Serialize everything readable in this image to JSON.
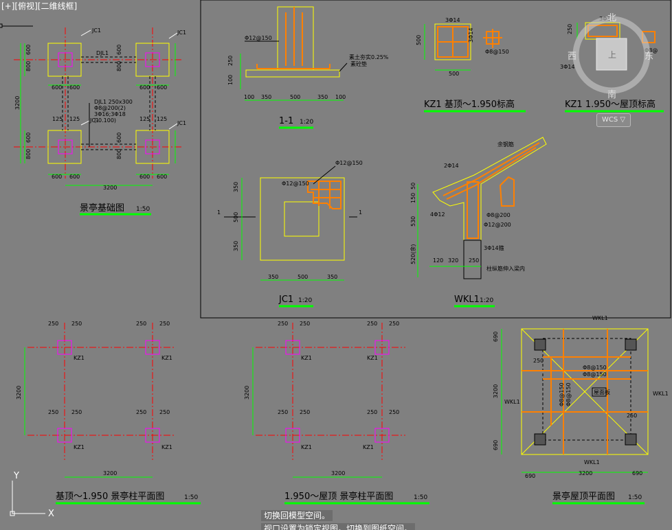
{
  "viewport": {
    "label": "[+][俯视][二维线框]"
  },
  "viewcube": {
    "north": "北",
    "south": "南",
    "east": "东",
    "west": "西",
    "top": "上",
    "wcs": "WCS ▽"
  },
  "ucs": {
    "x": "X",
    "y": "Y"
  },
  "command_line": {
    "line1": "切换回模型空间。",
    "line2": "视口设置为锁定视图。切换到图纸空间。"
  },
  "drawings": {
    "foundation_plan": {
      "title": "景亭基础图",
      "scale": "1:50",
      "jc_label": "JC1",
      "djl_label": "DJL1",
      "spec": [
        "DJL1 250x300",
        "Φ8@200(2)",
        "3Φ16;3Φ18",
        "(-0.100)"
      ],
      "dims": {
        "d600": "600",
        "d3200": "3200",
        "d125": "125",
        "d800": "800"
      }
    },
    "section_11": {
      "title": "1-1",
      "scale": "1:20",
      "dims": {
        "d100": "100",
        "d350": "350",
        "d500": "500",
        "d250": "250"
      },
      "rebar": "Φ12@150",
      "note": [
        "素土夯实0.25%",
        "素砼垫"
      ]
    },
    "kz1_base": {
      "title": "KZ1 基顶～1.950标高",
      "rebar_top": "3Φ14",
      "rebar_side": "3Φ14",
      "stirrup": "Φ8@150",
      "dim_side": "500",
      "dim_bottom": "500"
    },
    "kz1_roof": {
      "title": "KZ1 1.950～屋顶标高",
      "rebar_top": "3Φ14",
      "rebar_side": "3Φ14",
      "stirrup": "Φ8@",
      "dim": "250"
    },
    "jc1_detail": {
      "title": "JC1",
      "scale": "1:20",
      "rebar_top": "Φ12@150",
      "rebar_inner": "Φ12@150",
      "cut": "1",
      "dims": {
        "d350": "350",
        "d500": "500"
      }
    },
    "wkl1_detail": {
      "title": "WKL1",
      "scale": "1:20",
      "labels": [
        "余钢筋",
        "2Φ14",
        "4Φ12",
        "Φ8@200",
        "Φ12@200",
        "3Φ14箍",
        "柱纵筋伸入梁内"
      ],
      "dims": [
        "50",
        "150",
        "530",
        "520(余)",
        "120",
        "320",
        "250"
      ]
    },
    "column_plan_1": {
      "title": "基顶～1.950 景亭柱平面图",
      "scale": "1:50",
      "kz": "KZ1",
      "d250": "250",
      "d3200": "3200"
    },
    "column_plan_2": {
      "title": "1.950～屋顶 景亭柱平面图",
      "scale": "1:50",
      "kz": "KZ1",
      "d250": "250",
      "d3200": "3200"
    },
    "roof_plan": {
      "title": "景亭屋顶平面图",
      "scale": "1:50",
      "wkl": "WKL1",
      "d690": "690",
      "d3200": "3200",
      "d250": "250",
      "rebar": [
        "Φ8@150",
        "Φ8@150",
        "Φ8@150",
        "Φ8@150"
      ],
      "tag": "屋面板"
    }
  },
  "colors": {
    "background": "#808080",
    "dim": "#00ff00",
    "axis": "#ff0000",
    "column": "#ff00ff",
    "outline": "#ffff00",
    "rebar": "#ff8000",
    "text": "#ffffff",
    "black": "#000000"
  }
}
